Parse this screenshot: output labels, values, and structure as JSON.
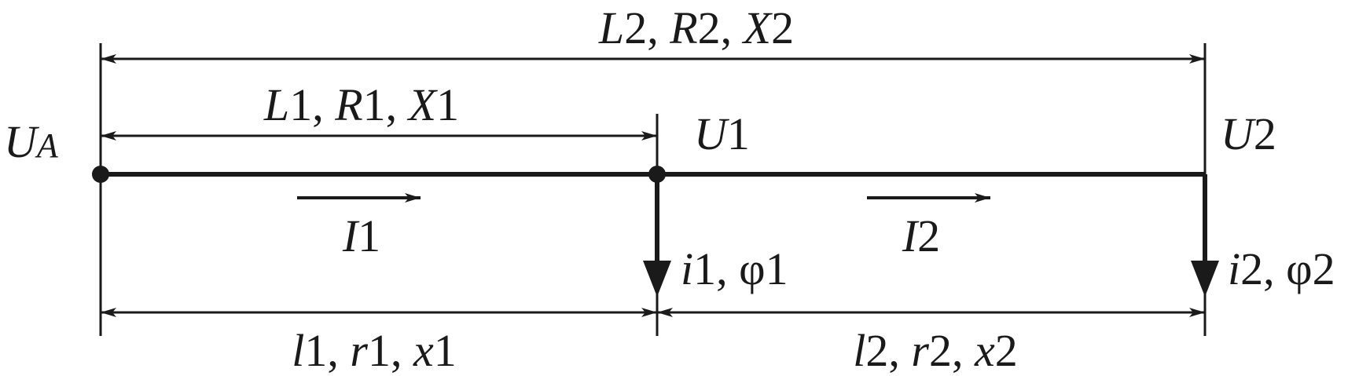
{
  "labels": {
    "top_span": {
      "v1": "L",
      "s1": "2",
      "v2": "R",
      "s2": "2",
      "v3": "X",
      "s3": "2"
    },
    "first_span": {
      "v1": "L",
      "s1": "1",
      "v2": "R",
      "s2": "1",
      "v3": "X",
      "s3": "1"
    },
    "source_voltage": {
      "v": "U",
      "s": "A"
    },
    "node1_voltage": {
      "v": "U",
      "s": "1"
    },
    "node2_voltage": {
      "v": "U",
      "s": "2"
    },
    "current1": {
      "v": "I",
      "s": "1"
    },
    "current2": {
      "v": "I",
      "s": "2"
    },
    "load1": {
      "v": "i",
      "s": "1",
      "phi": "φ",
      "ps": "1"
    },
    "load2": {
      "v": "i",
      "s": "2",
      "phi": "φ",
      "ps": "2"
    },
    "segment1": {
      "v1": "l",
      "s1": "1",
      "v2": "r",
      "s2": "1",
      "v3": "x",
      "s3": "1"
    },
    "segment2": {
      "v1": "l",
      "s1": "2",
      "v2": "r",
      "s2": "2",
      "v3": "x",
      "s3": "2"
    }
  }
}
